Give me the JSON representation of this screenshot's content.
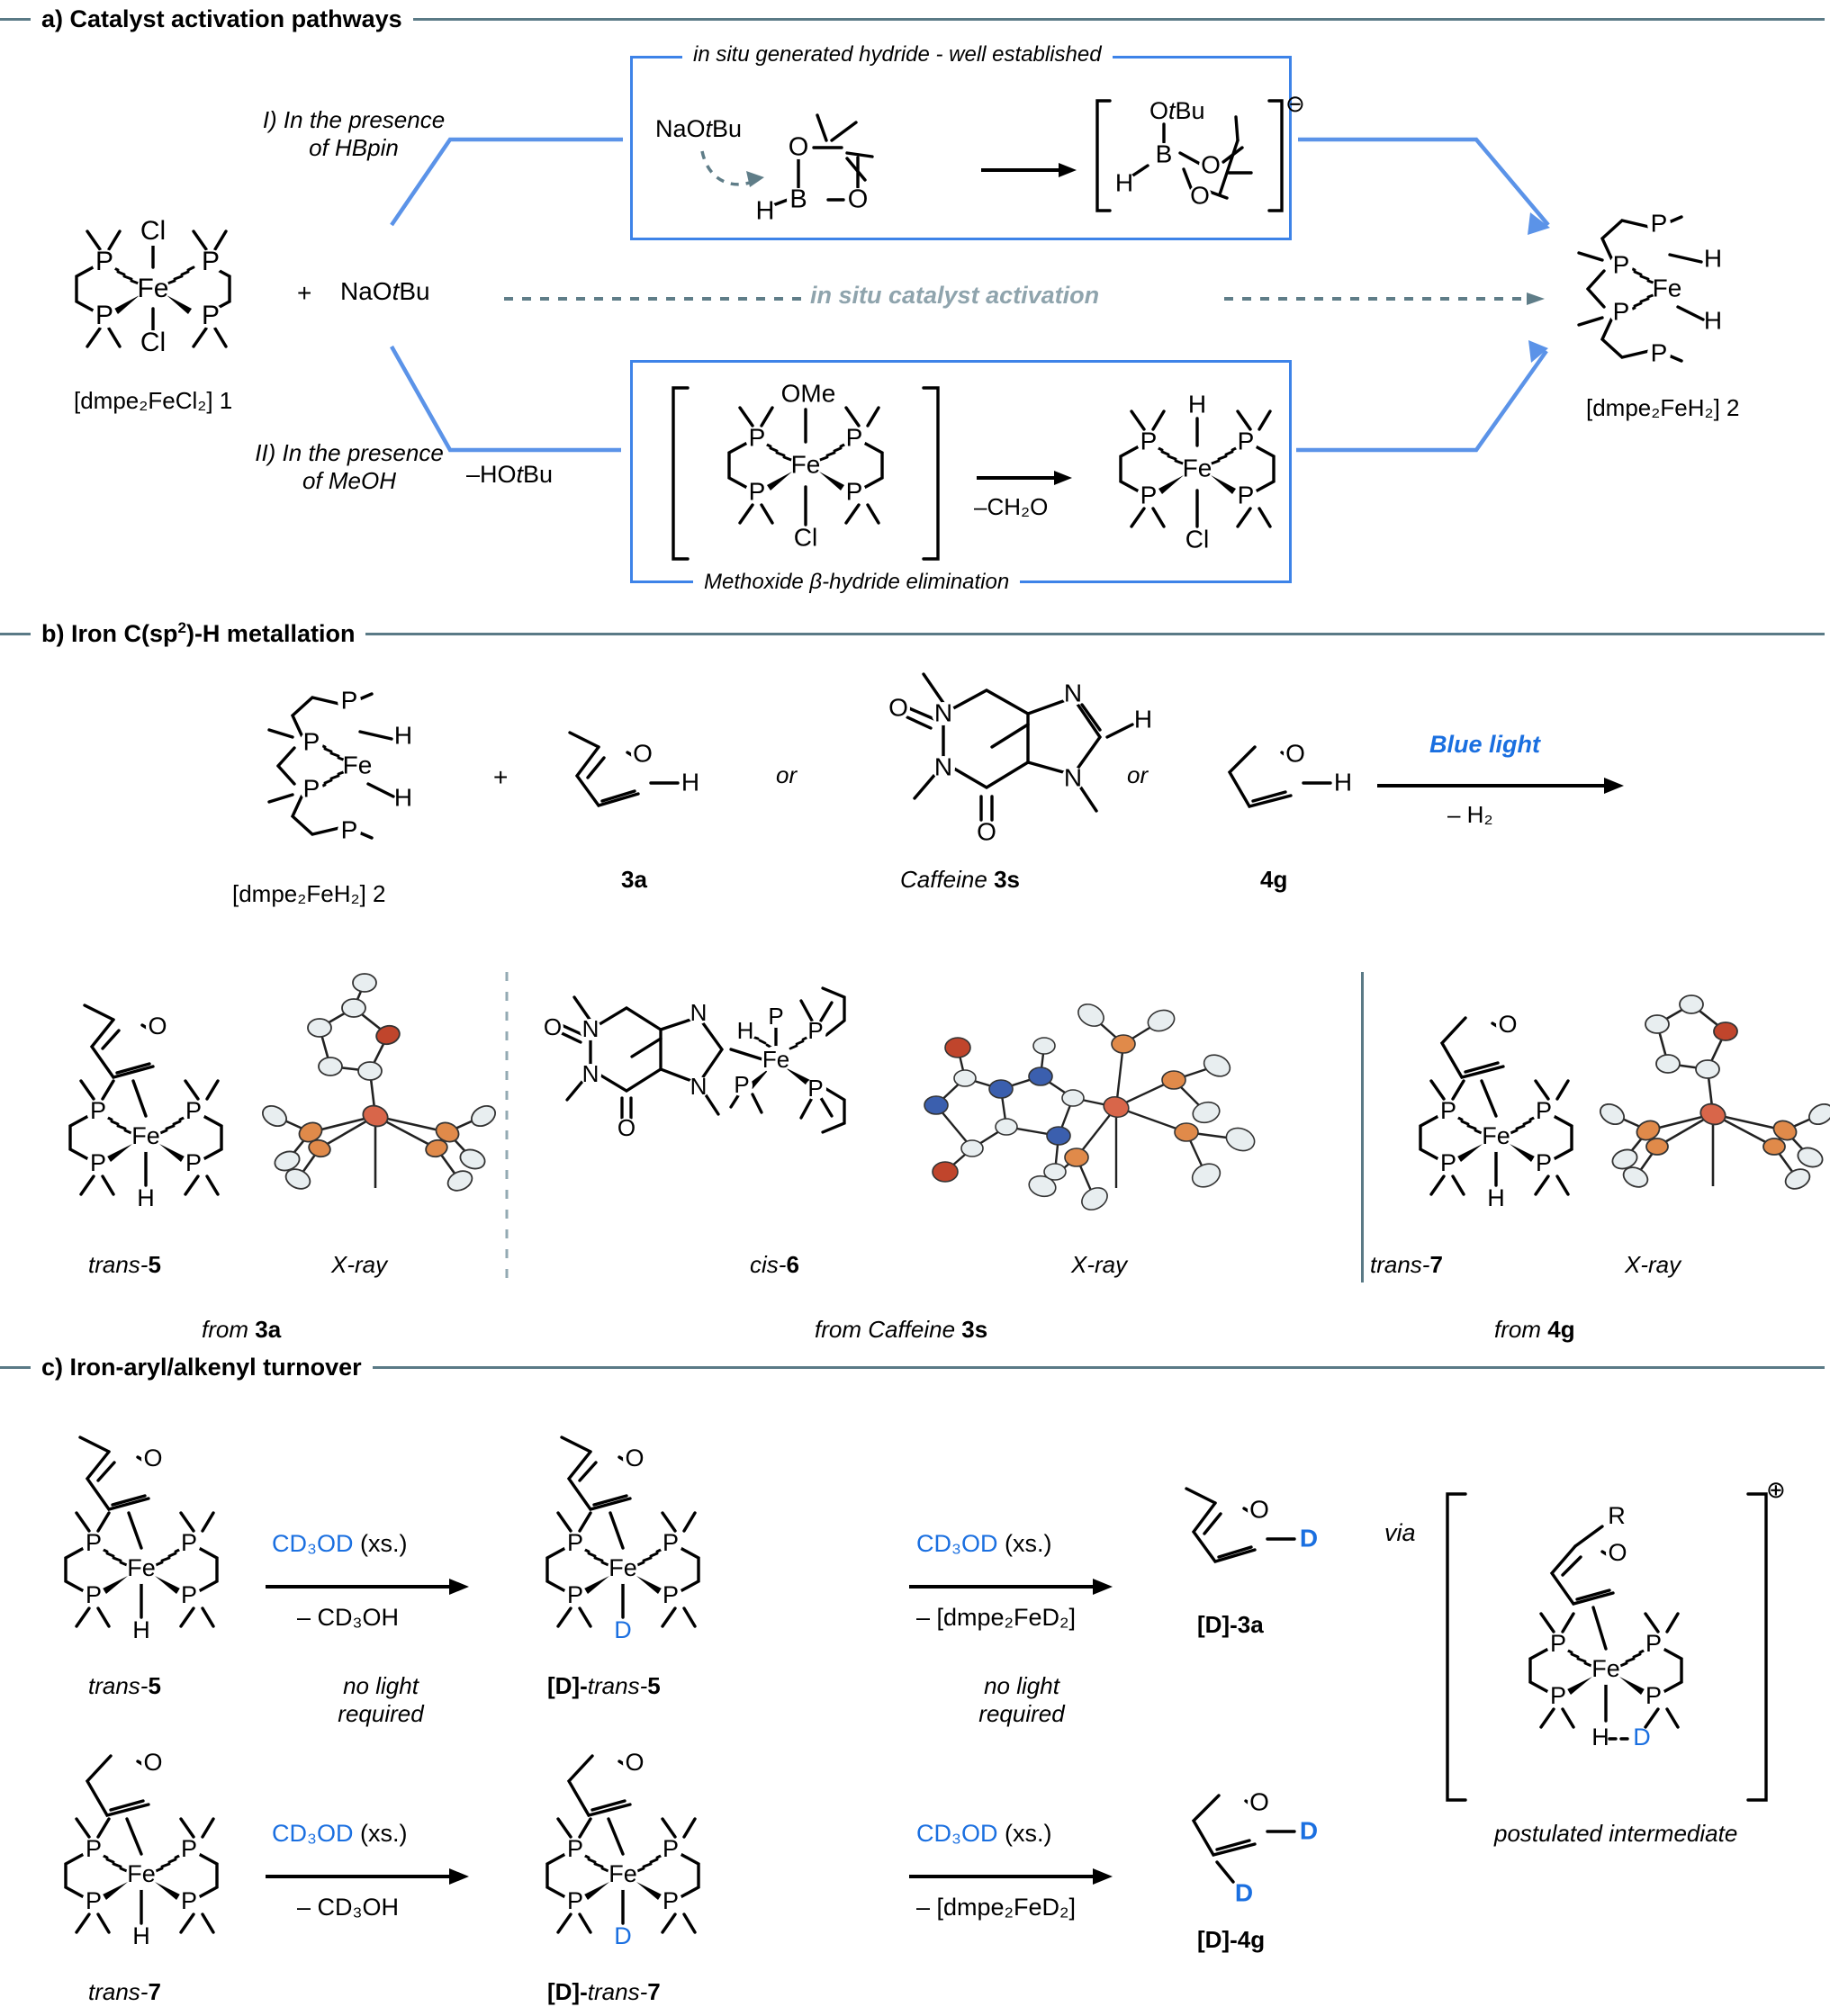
{
  "sections": {
    "a": {
      "label": "a) Catalyst activation pathways"
    },
    "b": {
      "label": "b) Iron C(sp",
      "label_sup": "2",
      "label_rest": ")-H metallation"
    },
    "c": {
      "label": "c) Iron-aryl/alkenyl turnover"
    }
  },
  "panel_a": {
    "reactant_label": "[dmpe₂FeCl₂] 1",
    "plus": "+",
    "base": "NaO",
    "base_t": "t",
    "base_bu": "Bu",
    "pathway_I": "I) In the presence\nof HBpin",
    "pathway_I_line1": "I) In the presence",
    "pathway_I_line2": "of HBpin",
    "pathway_II_line1": "II) In the presence",
    "pathway_II_line2": "of MeOH",
    "box_top_caption": "in situ generated hydride - well established",
    "box_bottom_caption": "Methoxide β-hydride elimination",
    "middle_arrow_label": "in situ catalyst activation",
    "loss_hotbu": "–HO",
    "loss_hotbu_t": "t",
    "loss_hotbu_bu": "Bu",
    "loss_ch2o": "–CH₂O",
    "nao_tbu_in_box": "NaO",
    "anion_charge": "⊖",
    "otbu_label": "O",
    "otbu_t": "t",
    "otbu_bu": "Bu",
    "atoms": {
      "B": "B",
      "O": "O",
      "H": "H",
      "Cl": "Cl",
      "P": "P",
      "Fe": "Fe",
      "OMe": "OMe"
    },
    "product_label": "[dmpe₂FeH₂] 2"
  },
  "panel_b": {
    "reactant_label": "[dmpe₂FeH₂] 2",
    "plus": "+",
    "or1": "or",
    "or2": "or",
    "substrate_3a": "3a",
    "substrate_caffeine": "Caffeine 3s",
    "substrate_4g": "4g",
    "arrow_top": "Blue light",
    "arrow_bottom": "– H₂",
    "products": [
      {
        "name": "trans-5",
        "name_it": "trans-",
        "name_bd": "5",
        "xray": "X-ray",
        "from": "from ",
        "from_bd": "3a"
      },
      {
        "name": "cis-6",
        "name_it": "cis-",
        "name_bd": "6",
        "xray": "X-ray",
        "from": "from Caffeine ",
        "from_bd": "3s"
      },
      {
        "name": "trans-7",
        "name_it": "trans-",
        "name_bd": "7",
        "xray": "X-ray",
        "from": "from ",
        "from_bd": "4g"
      }
    ],
    "atoms": {
      "P": "P",
      "Fe": "Fe",
      "H": "H",
      "O": "O",
      "N": "N"
    }
  },
  "panel_c": {
    "rows": [
      {
        "start_label_it": "trans-",
        "start_label_bd": "5",
        "arrow1_top": "CD₃OD",
        "arrow1_top_rest": " (xs.)",
        "arrow1_bottom": "– CD₃OH",
        "mid_note_line1": "no light",
        "mid_note_line2": "required",
        "mid_label_bd": "[D]-",
        "mid_label_it": "trans-",
        "mid_label_num": "5",
        "arrow2_top": "CD₃OD",
        "arrow2_top_rest": " (xs.)",
        "arrow2_bottom": "– [dmpe₂FeD₂]",
        "product_label": "[D]-3a"
      },
      {
        "start_label_it": "trans-",
        "start_label_bd": "7",
        "arrow1_top": "CD₃OD",
        "arrow1_top_rest": " (xs.)",
        "arrow1_bottom": "– CD₃OH",
        "mid_label_bd": "[D]-",
        "mid_label_it": "trans-",
        "mid_label_num": "7",
        "arrow2_top": "CD₃OD",
        "arrow2_top_rest": " (xs.)",
        "arrow2_bottom": "– [dmpe₂FeD₂]",
        "product_label": "[D]-4g"
      }
    ],
    "via": "via",
    "via_charge": "⊕",
    "via_R": "R",
    "postulated": "postulated intermediate",
    "D": "D",
    "H": "H",
    "atoms": {
      "P": "P",
      "Fe": "Fe",
      "O": "O"
    }
  },
  "colors": {
    "blue_box": "#3d83e8",
    "blue_line": "#5b93e8",
    "blue_text": "#1a6fe0",
    "rule": "#5a7a86",
    "gray_italic": "#8fa4ad"
  }
}
